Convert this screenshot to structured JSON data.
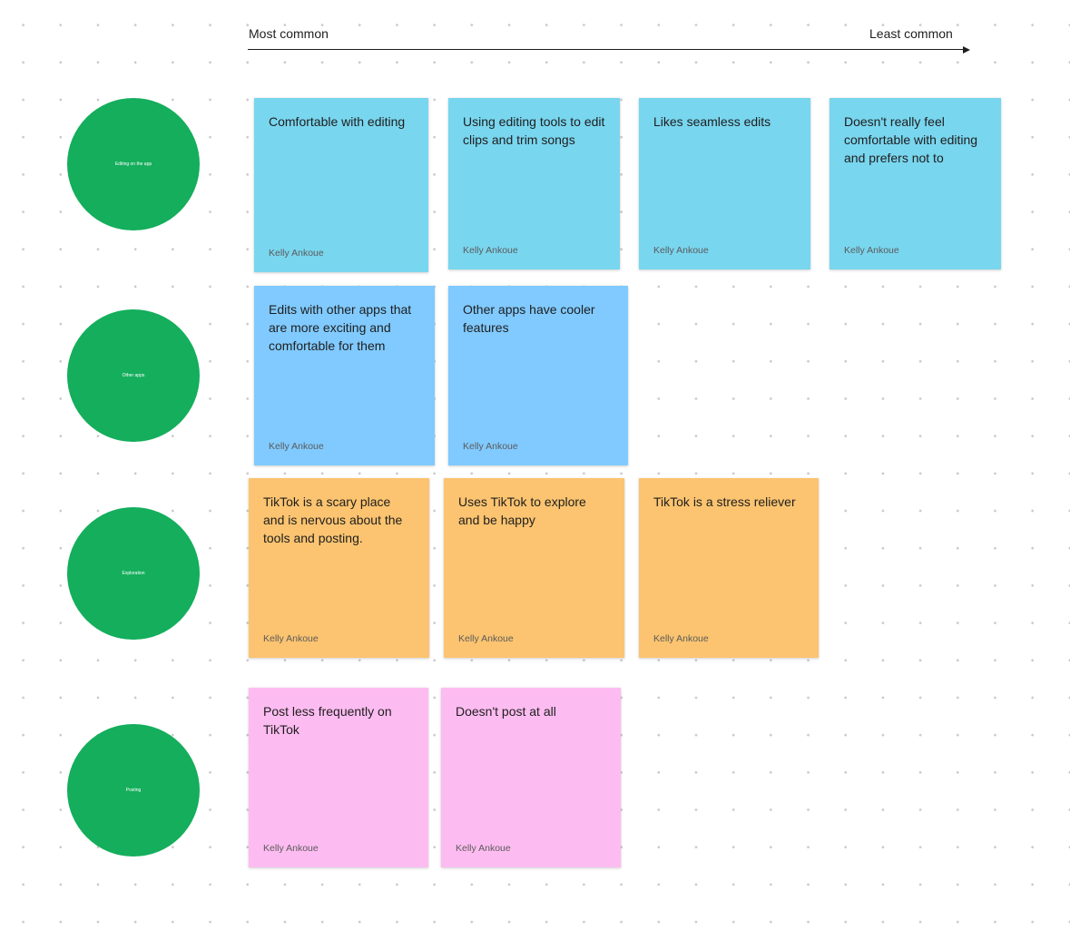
{
  "axis": {
    "start_label": "Most common",
    "end_label": "Least common"
  },
  "rows": [
    {
      "category": "Editing on the app",
      "color": "#14ae5c",
      "notes": [
        {
          "text": "Comfortable with editing",
          "author": "Kelly Ankoue",
          "color": "#79d6ef"
        },
        {
          "text": "Using editing tools to edit clips and trim songs",
          "author": "Kelly Ankoue",
          "color": "#79d6ef"
        },
        {
          "text": "Likes seamless edits",
          "author": "Kelly Ankoue",
          "color": "#79d6ef"
        },
        {
          "text": "Doesn't really feel comfortable with editing and prefers not to",
          "author": "Kelly Ankoue",
          "color": "#79d6ef"
        }
      ]
    },
    {
      "category": "Other apps",
      "color": "#14ae5c",
      "notes": [
        {
          "text": "Edits with other apps that are more exciting and comfortable for them",
          "author": "Kelly Ankoue",
          "color": "#80caff"
        },
        {
          "text": "Other apps have cooler features",
          "author": "Kelly Ankoue",
          "color": "#80caff"
        }
      ]
    },
    {
      "category": "Exploration",
      "color": "#14ae5c",
      "notes": [
        {
          "text": "TikTok is a scary place and is nervous about the tools and posting.",
          "author": "Kelly Ankoue",
          "color": "#fcc470"
        },
        {
          "text": "Uses TikTok to explore and be happy",
          "author": "Kelly Ankoue",
          "color": "#fcc470"
        },
        {
          "text": "TikTok is a stress reliever",
          "author": "Kelly Ankoue",
          "color": "#fcc470"
        }
      ]
    },
    {
      "category": "Posting",
      "color": "#14ae5c",
      "notes": [
        {
          "text": "Post less frequently on TikTok",
          "author": "Kelly Ankoue",
          "color": "#fdbcf1"
        },
        {
          "text": "Doesn't post at all",
          "author": "Kelly Ankoue",
          "color": "#fdbcf1"
        }
      ]
    }
  ]
}
